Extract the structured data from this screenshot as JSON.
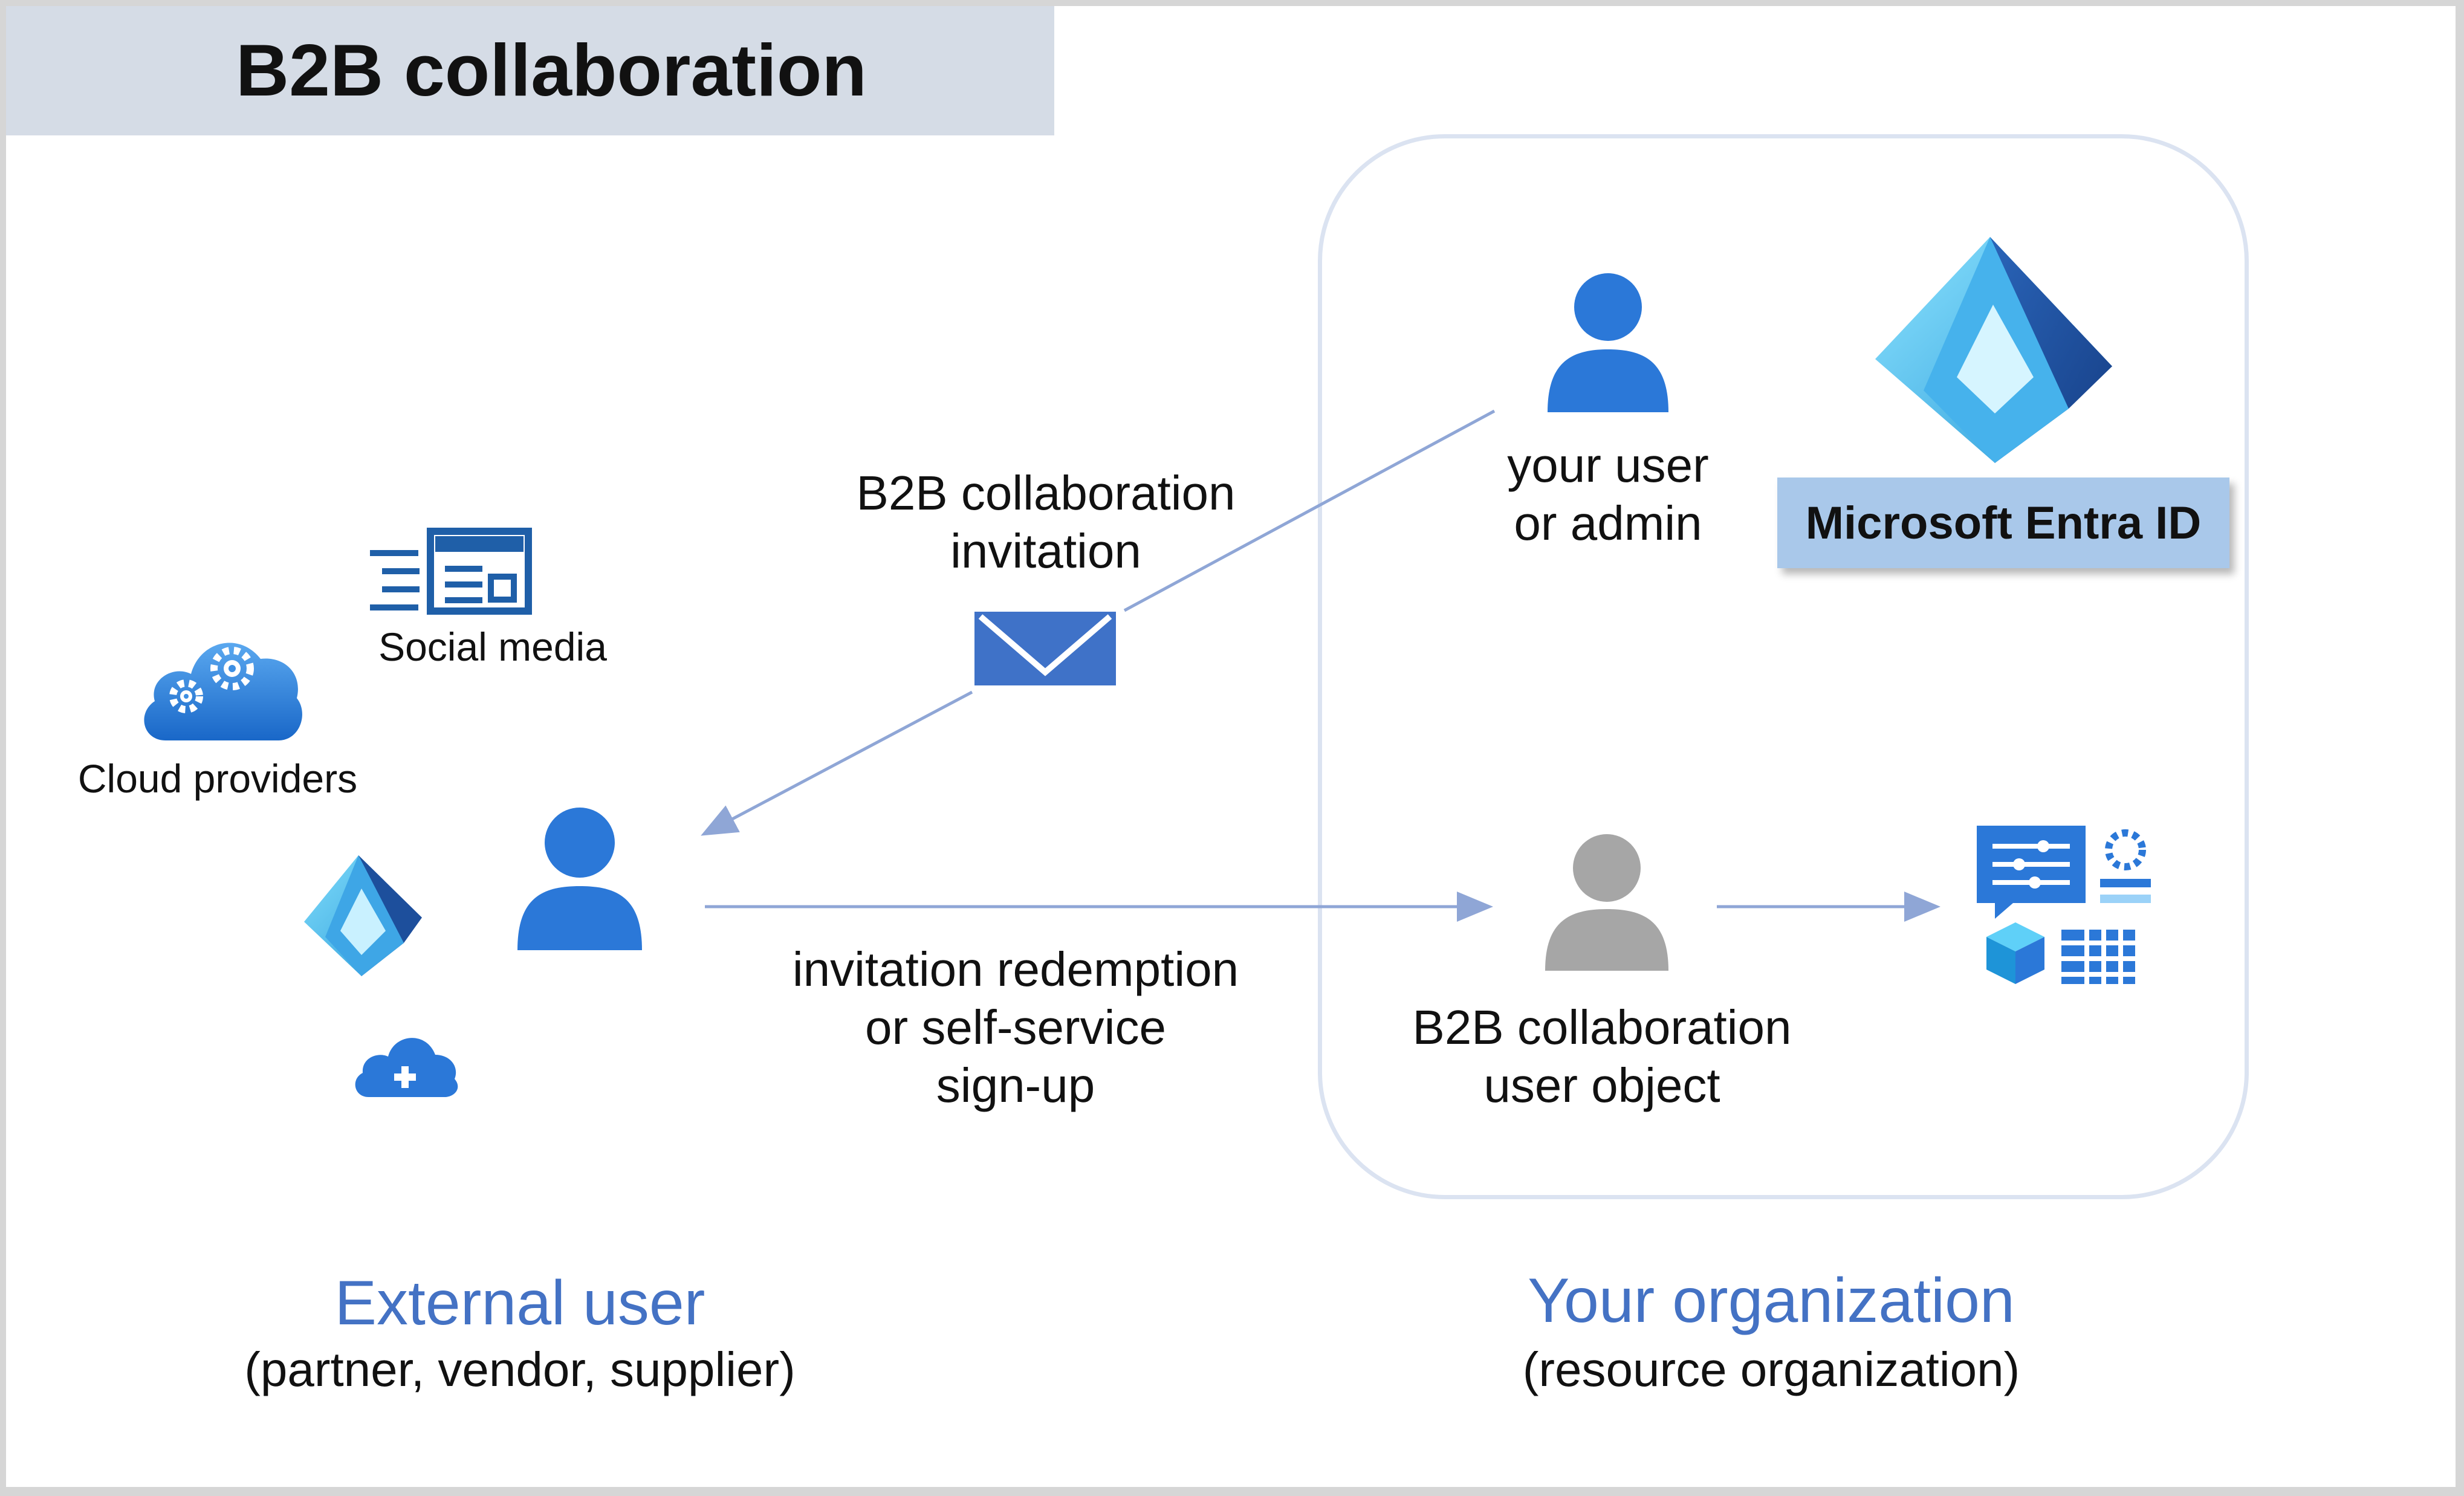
{
  "header": {
    "title": "B2B collaboration"
  },
  "left": {
    "social_label": "Social media",
    "cloud_label": "Cloud providers",
    "section_title": "External user",
    "section_subtitle": "(partner, vendor, supplier)"
  },
  "flow": {
    "invitation_label_line1": "B2B collaboration",
    "invitation_label_line2": "invitation",
    "redemption_line1": "invitation redemption",
    "redemption_line2": "or self-service",
    "redemption_line3": "sign-up"
  },
  "org": {
    "user_label_line1": "your user",
    "user_label_line2": "or admin",
    "entra_label": "Microsoft Entra ID",
    "object_label_line1": "B2B collaboration",
    "object_label_line2": "user object",
    "section_title": "Your organization",
    "section_subtitle": "(resource organization)"
  },
  "icons": [
    "social-media-icon",
    "cloud-gear-icon",
    "entra-id-small-icon",
    "cloud-plus-icon",
    "external-user-icon",
    "envelope-icon",
    "org-user-icon",
    "entra-id-logo-icon",
    "guest-user-icon",
    "resources-icon"
  ],
  "colors": {
    "header_band": "#d5dce6",
    "org_border": "#dbe3f1",
    "accent_blue": "#4472c4",
    "user_blue": "#2b78d8",
    "guest_gray": "#a6a6a6",
    "arrow": "#8fa6d6",
    "entra_label_bg": "#a9c8ea"
  }
}
